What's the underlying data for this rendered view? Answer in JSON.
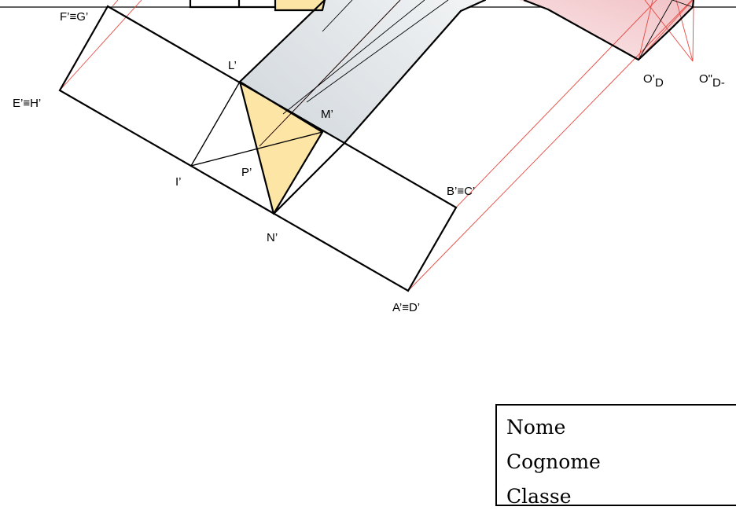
{
  "colors": {
    "outline": "#000000",
    "construction": "#e8483f",
    "yellow_fill": "#fde5a6",
    "grey_fill": "#dfe4e8",
    "pink_fill": "#f6d3d6"
  },
  "labels": {
    "fg": "F’≡G’",
    "eh": "E’≡H’",
    "l": "L’",
    "m": "M’",
    "i": "I’",
    "p": "P’",
    "n": "N’",
    "bc": "B’≡C’",
    "ad": "A’≡D’",
    "od_main": "O’",
    "od_sub": "D",
    "od2_main": "O\"",
    "od2_sub": "D-"
  },
  "form": {
    "nome": "Nome",
    "cognome": "Cognome",
    "classe": "Classe"
  }
}
